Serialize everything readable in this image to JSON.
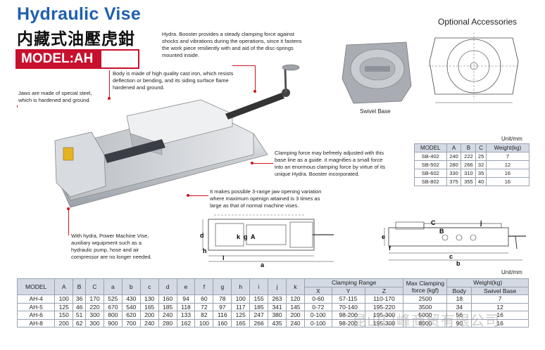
{
  "header": {
    "title_en": "Hydraulic Vise",
    "title_cn": "内藏式油壓虎鉗",
    "model": "MODEL:AH"
  },
  "notes": {
    "booster": "Hydra. Booster provides a steady clamping force against shocks and vibrations during the operations, since it fastens the work piece resiliently with and aid of the disc-springs mounted inside.",
    "body": "Body is made of high quality cast iron, which resists deflection or bending, and its siding surface flame hardened and ground.",
    "jaws": "Jaws are made of special steel, which is hardened and ground.",
    "clamping": "Clamping force may befreely adjusted with this base line as a guide. it magnifies a small force into an enormous clamping force by virtue of its unique Hydra. Booster incorporated.",
    "range": "It makes possible 3-range jaw opening variation where maximum openign attained is 3 times as large as that of normal machine vises.",
    "hydra": "With hydra, Power Machine Vise, auxiliary wquipment such as a hydraulic pump, hose and air compressor are no longer needed."
  },
  "accessories": {
    "title": "Optional Accessories",
    "swivel_label": "Swivel Base",
    "unit": "Unit/mm",
    "headers": [
      "MODEL",
      "A",
      "B",
      "C",
      "Weight(kg)"
    ],
    "rows": [
      [
        "SB-402",
        "240",
        "222",
        "25",
        "7"
      ],
      [
        "SB-502",
        "280",
        "266",
        "32",
        "12"
      ],
      [
        "SB-602",
        "330",
        "310",
        "35",
        "16"
      ],
      [
        "SB-802",
        "375",
        "355",
        "40",
        "16"
      ]
    ]
  },
  "drawings": {
    "front_labels": [
      "d",
      "k",
      "g",
      "A",
      "h",
      "l",
      "a"
    ],
    "side_labels": [
      "C",
      "j",
      "B",
      "e",
      "f",
      "c",
      "b"
    ]
  },
  "specs": {
    "unit": "Unit/mm",
    "top_headers": {
      "model": "MODEL",
      "cols": [
        "A",
        "B",
        "C",
        "a",
        "b",
        "c",
        "d",
        "e",
        "f",
        "g",
        "h",
        "i",
        "j",
        "k"
      ],
      "clamping_range": "Clamping Range",
      "max_clamping": "Max Clamping force (kgf)",
      "weight": "Weight(kg)"
    },
    "sub_headers": {
      "clamping": [
        "X",
        "Y",
        "Z"
      ],
      "weight": [
        "Body",
        "Swivel Base"
      ]
    },
    "rows": [
      [
        "AH-4",
        "100",
        "36",
        "170",
        "525",
        "430",
        "130",
        "160",
        "94",
        "60",
        "78",
        "100",
        "155",
        "263",
        "120",
        "0-60",
        "57-115",
        "110-170",
        "2500",
        "18",
        "7"
      ],
      [
        "AH-5",
        "125",
        "46",
        "220",
        "670",
        "540",
        "165",
        "185",
        "118",
        "72",
        "97",
        "117",
        "185",
        "341",
        "145",
        "0-72",
        "70-140",
        "195-220",
        "3500",
        "34",
        "12"
      ],
      [
        "AH-6",
        "150",
        "51",
        "300",
        "800",
        "620",
        "200",
        "240",
        "133",
        "82",
        "116",
        "125",
        "247",
        "380",
        "200",
        "0-100",
        "98-200",
        "195-300",
        "5000",
        "56",
        "16"
      ],
      [
        "AH-8",
        "200",
        "62",
        "300",
        "900",
        "700",
        "240",
        "280",
        "162",
        "100",
        "160",
        "165",
        "266",
        "435",
        "240",
        "0-100",
        "98-200",
        "195-300",
        "8000",
        "90",
        "16"
      ]
    ]
  },
  "watermark": "昆山口峰商贸有限公司"
}
